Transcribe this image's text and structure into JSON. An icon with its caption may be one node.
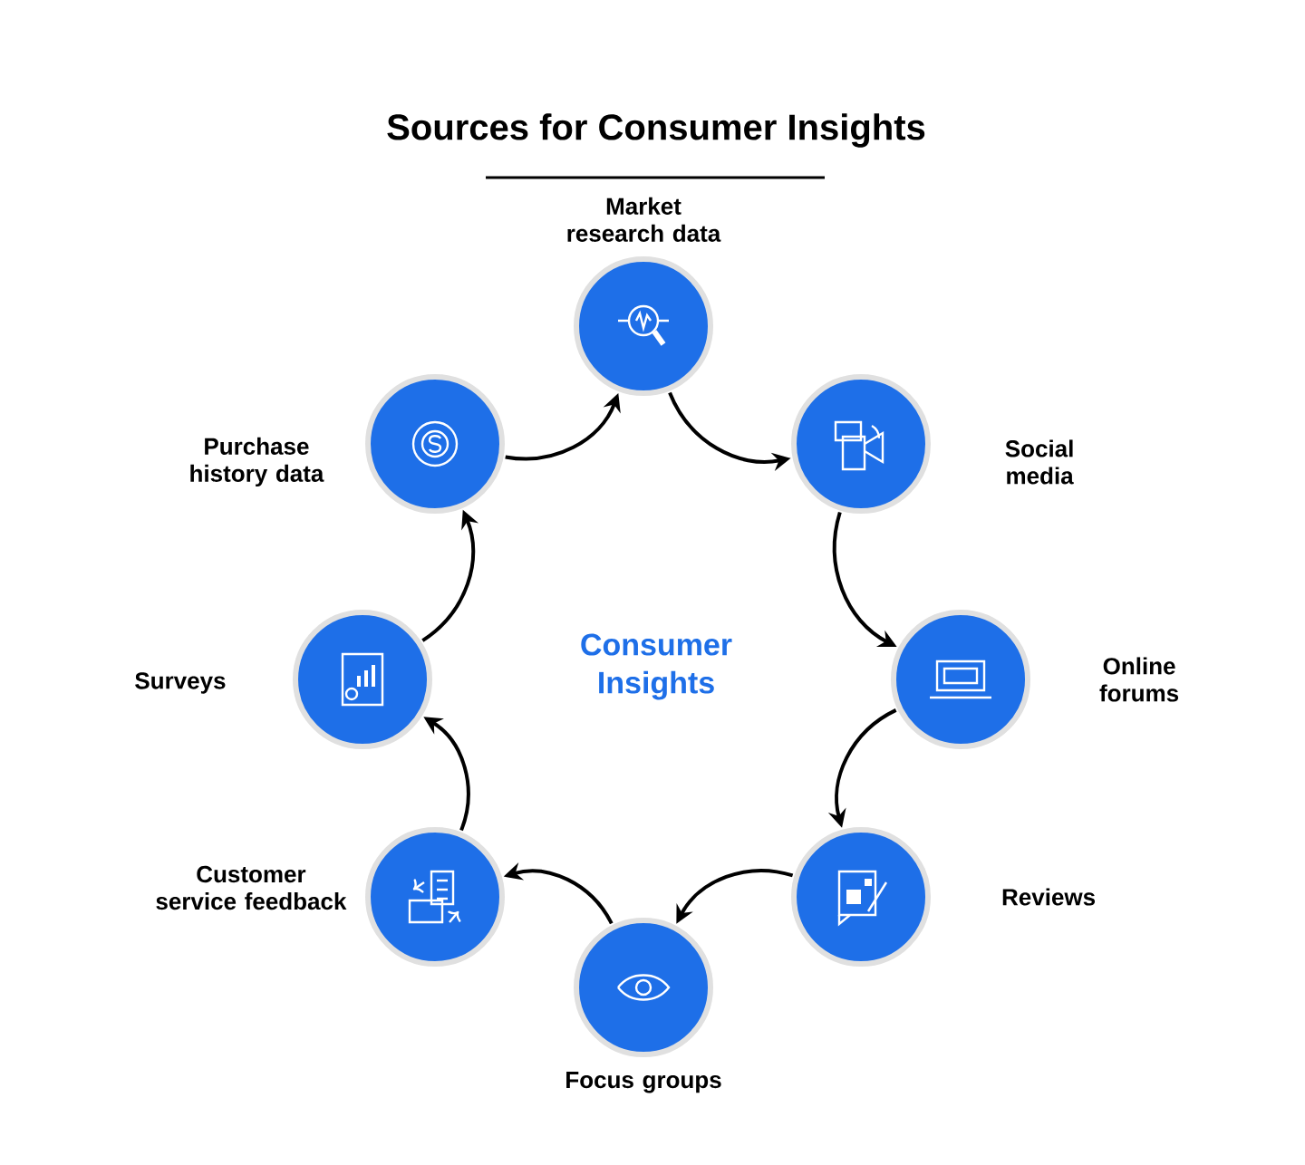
{
  "diagram": {
    "title": "Sources for Consumer Insights",
    "nodes": [
      {
        "text": [
          "Market research data"
        ]
      },
      {
        "text": [
          "Social media"
        ]
      },
      {
        "text": [
          "Online forums"
        ]
      },
      {
        "text": [
          "Reviews"
        ]
      },
      {
        "text": [
          "Focus groups"
        ]
      },
      {
        "text": [
          "Customer service feedback"
        ]
      },
      {
        "text": [
          "Surveys"
        ]
      },
      {
        "text": [
          "Purchase history data"
        ]
      }
    ],
    "edges": [
      {
        "from": 0,
        "to": 1,
        "arrow": "to"
      },
      {
        "from": 1,
        "to": 2,
        "arrow": "to"
      },
      {
        "from": 2,
        "to": 3,
        "arrow": "to"
      },
      {
        "from": 3,
        "to": 4,
        "arrow": "to"
      },
      {
        "from": 4,
        "to": 5,
        "arrow": "to"
      },
      {
        "from": 5,
        "to": 6,
        "arrow": "to"
      },
      {
        "from": 6,
        "to": 7,
        "arrow": "to"
      },
      {
        "from": 7,
        "to": 0,
        "arrow": "to"
      }
    ],
    "labels": [
      "Consumer Insights"
    ]
  }
}
